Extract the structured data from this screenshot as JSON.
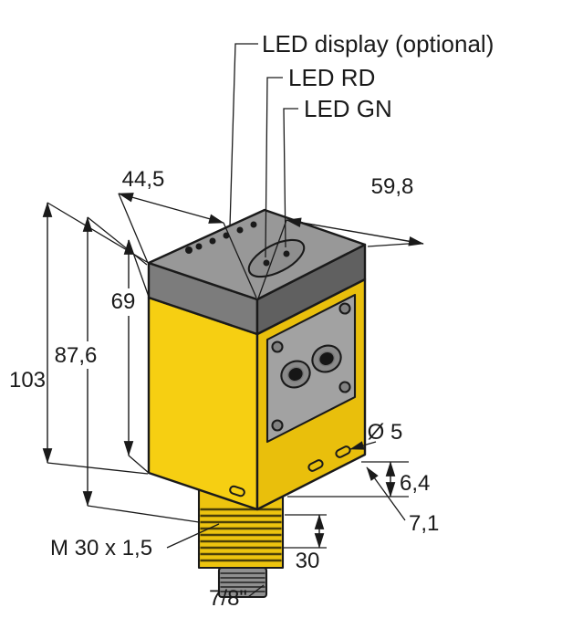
{
  "figure": {
    "type": "dimensional technical drawing",
    "subject": "photoelectric sensor housing with LED indicators and M30 threaded connector",
    "units": "mm"
  },
  "callouts": {
    "led_display": "LED display (optional)",
    "led_rd": "LED RD",
    "led_gn": "LED GN"
  },
  "dimensions": {
    "cap_width": "44,5",
    "cap_depth": "59,8",
    "body_height": "69",
    "housing_height": "87,6",
    "total_height": "103",
    "hole_diameter": "Ø 5",
    "hole_offset": "6,4",
    "edge_offset": "7,1",
    "thread_spec": "M 30 x 1,5",
    "thread_length": "30",
    "connector_thread": "7/8\""
  },
  "colors": {
    "background": "#FFFFFF",
    "line": "#1A1A1A",
    "body_front": "#F6CF12",
    "body_right": "#E9BF0C",
    "cap_top": "#989898",
    "cap_front": "#7C7C7C",
    "cap_right": "#606060",
    "plate": "#A2A2A2",
    "screw": "#818181",
    "oval": "#8E8E8E",
    "lens_ring": "#8A8A8A",
    "lens_core": "#161616",
    "connector": "#EDC40F",
    "thread_dark": "#4A3F08",
    "stub": "#909090",
    "stub_thread": "#3C3C3C"
  }
}
